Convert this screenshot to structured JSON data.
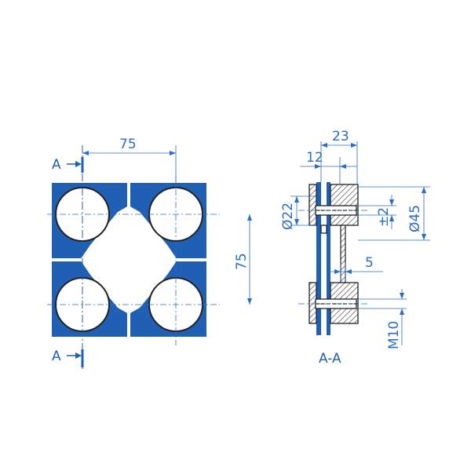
{
  "colors": {
    "blue": "#1f5fb4",
    "dim": "#2b6cc4",
    "line": "#222222",
    "hatch": "#333333"
  },
  "front_view": {
    "section_marker_top": "A",
    "section_marker_bottom": "A",
    "dim_horizontal": "75",
    "dim_vertical": "75"
  },
  "section_view": {
    "title": "A-A",
    "dim_23": "23",
    "dim_12": "12",
    "dim_d22": "Ø22",
    "dim_pm2": "±2",
    "dim_d45": "Ø45",
    "dim_5": "5",
    "dim_m10": "M10"
  }
}
